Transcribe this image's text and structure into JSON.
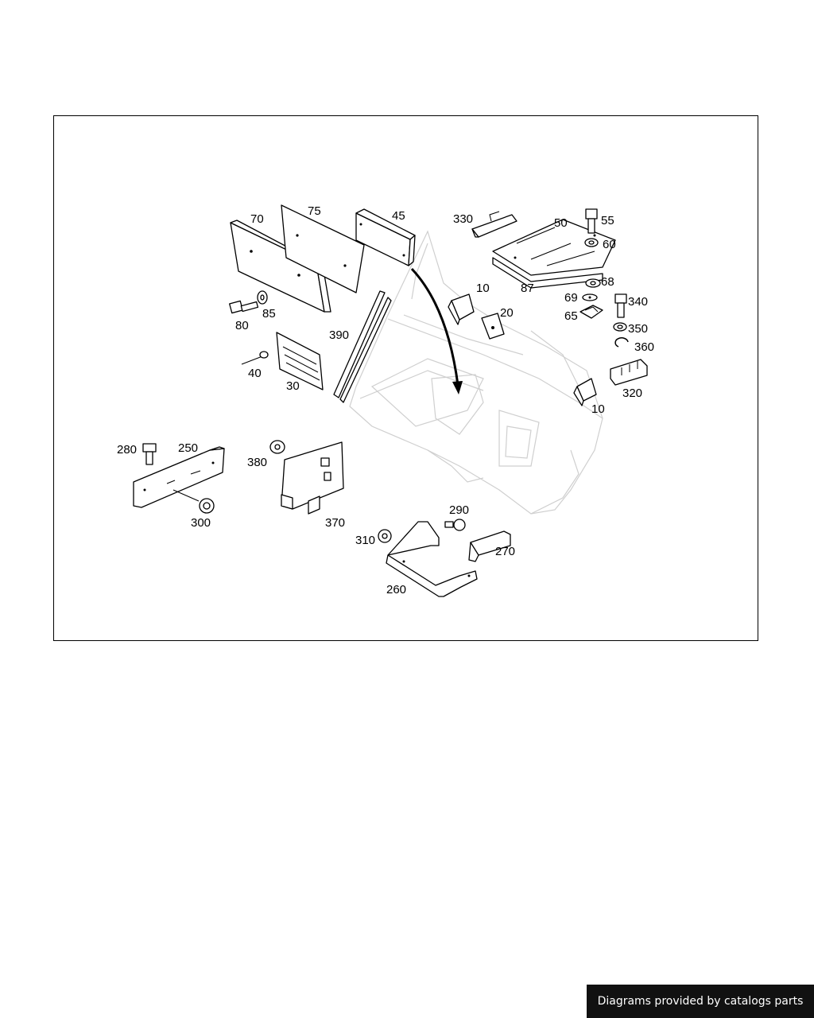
{
  "diagram": {
    "labels": [
      "70",
      "75",
      "45",
      "330",
      "50",
      "55",
      "60",
      "87",
      "68",
      "10",
      "69",
      "340",
      "65",
      "350",
      "80",
      "85",
      "20",
      "390",
      "360",
      "40",
      "30",
      "320",
      "10",
      "280",
      "250",
      "380",
      "300",
      "370",
      "290",
      "310",
      "270",
      "260"
    ]
  },
  "footer": {
    "text": "Diagrams provided by catalogs parts"
  }
}
